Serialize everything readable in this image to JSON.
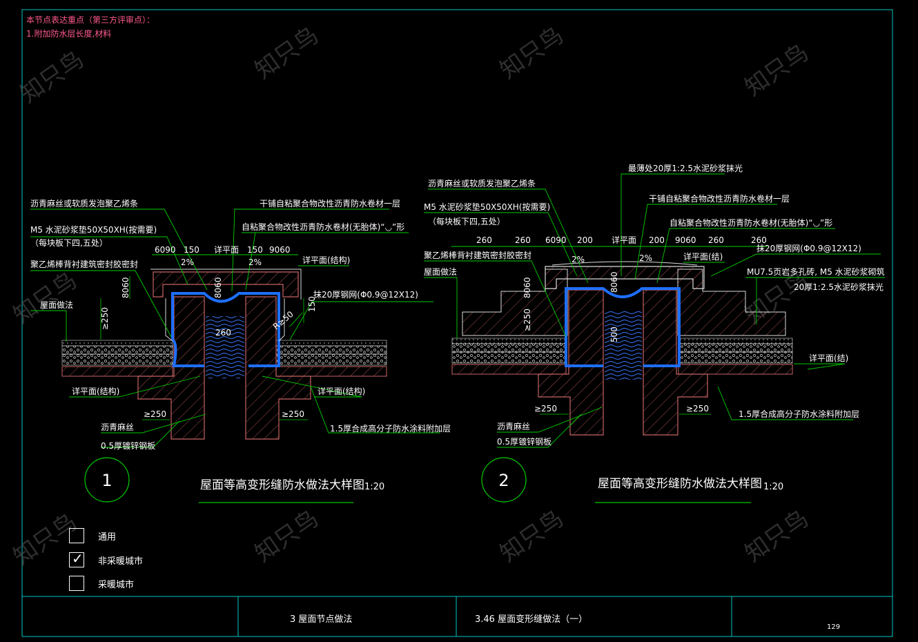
{
  "notes": {
    "line1": "本节点表达重点（第三方评审点）：",
    "line2": "1.附加防水层长度,材料"
  },
  "watermark": "知只鸟",
  "detail1": {
    "number": "1",
    "title": "屋面等高变形缝防水做法大样图",
    "scale": "1:20",
    "labels": {
      "l_fiber": "沥青麻丝或软质发泡聚乙烯条",
      "l_m5": "M5 水泥砂浆垫50X50XH(按需要)",
      "l_m5b": "（每块板下四,五处）",
      "l_pe": "聚乙烯棒背衬建筑密封胶密封",
      "l_roof": "屋面做法",
      "l_ge250": "≥250",
      "l_detail_plan1": "详平面(结构)",
      "l_asphalt": "沥青麻丝",
      "l_steel": "0.5厚镀锌钢板",
      "r_dry": "干铺自粘聚合物改性沥青防水卷材一层",
      "r_self": "自粘聚合物改性沥青防水卷材(无胎体)“◡”形",
      "r_plan": "详平面(结构)",
      "r_mesh": "抹20厚钢网(Φ0.9@12X12)",
      "r_coat": "1.5厚合成高分子防水涂料附加层",
      "r_plan2": "详平面(结构)",
      "d_6090": "6090",
      "d_150a": "150",
      "d_xpm": "详平面",
      "d_150b": "150",
      "d_9060": "9060",
      "d_2a": "2%",
      "d_2b": "2%",
      "d_8060": "8060",
      "d_8060b": "8060",
      "d_260": "260",
      "d_150c": "150",
      "d_r": "R≥50",
      "d_ge250b": "≥250",
      "d_ge250c": "≥250"
    }
  },
  "detail2": {
    "number": "2",
    "title": "屋面等高变形缝防水做法大样图",
    "scale": "1:20",
    "labels": {
      "l_fiber": "沥青麻丝或软质发泡聚乙烯条",
      "l_m5": "M5 水泥砂浆垫50X50XH(按需要)",
      "l_m5b": "（每块板下四,五处）",
      "l_pe": "聚乙烯棒背衬建筑密封胶密封",
      "l_roof": "屋面做法",
      "l_asphalt": "沥青麻丝",
      "l_steel": "0.5厚镀锌钢板",
      "t_thin": "最薄处20厚1:2.5水泥砂浆抹光",
      "r_dry": "干铺自粘聚合物改性沥青防水卷材一层",
      "r_self": "自粘聚合物改性沥青防水卷材(无胎体)“◡”形",
      "r_mesh": "抹20厚钢网(Φ0.9@12X12)",
      "r_mu": "MU7.5页岩多孔砖, M5 水泥砂浆砌筑",
      "r_mu2": "20厚1:2.5水泥砂浆抹光",
      "r_plan": "详平面(结)",
      "r_plan2": "详平面(结)",
      "r_coat": "1.5厚合成高分子防水涂料附加层",
      "d_260a": "260",
      "d_260b": "260",
      "d_6090": "6090",
      "d_200a": "200",
      "d_xpm": "详平面",
      "d_200b": "200",
      "d_9060": "9060",
      "d_260c": "260",
      "d_260d": "260",
      "d_2a": "2%",
      "d_2b": "2%",
      "d_8060": "8060",
      "d_8060b": "8060",
      "d_ge250": "≥250",
      "d_500": "500",
      "d_ge250b": "≥250",
      "d_ge250c": "≥250"
    }
  },
  "legend": {
    "items": [
      {
        "label": "通用",
        "checked": false
      },
      {
        "label": "非采暖城市",
        "checked": true
      },
      {
        "label": "采暖城市",
        "checked": false
      }
    ]
  },
  "title_block": {
    "chapter": "3  屋面节点做法",
    "section": "3.46  屋面变形缝做法（一）",
    "page": "129"
  },
  "colors": {
    "background": "#000000",
    "frame": "#00c8c8",
    "leader": "#00d000",
    "membrane": "#1e6fff",
    "concrete": "#c86464",
    "note_text": "#ff5a8c",
    "text": "#ffffff"
  }
}
